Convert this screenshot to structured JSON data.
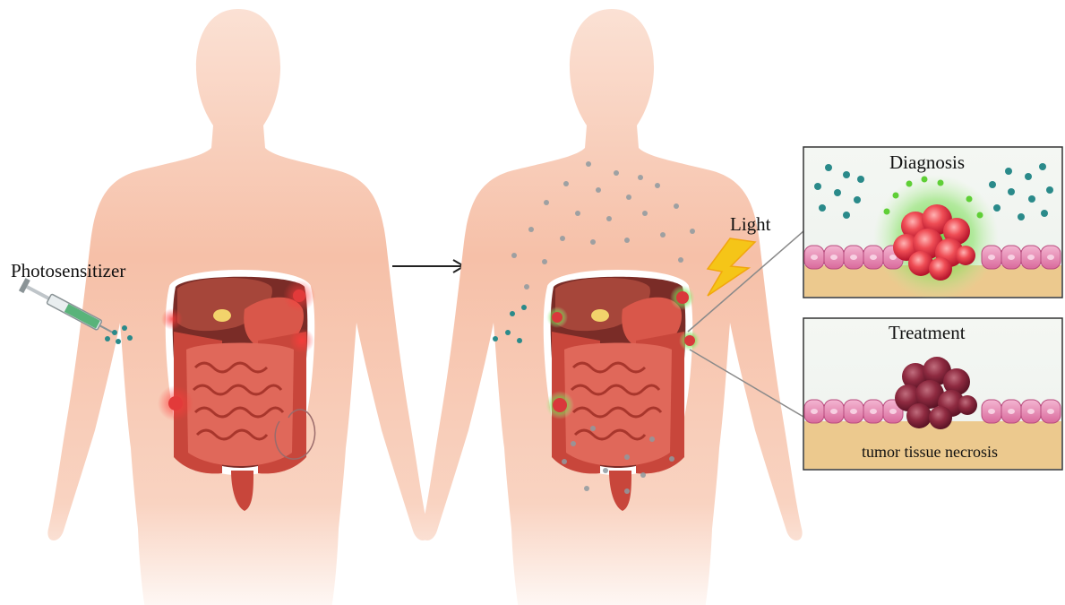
{
  "labels": {
    "photosensitizer": "Photosensitizer",
    "light": "Light",
    "diagnosis": "Diagnosis",
    "treatment": "Treatment",
    "necrosis": "tumor tissue necrosis"
  },
  "colors": {
    "skin": "#f7c9b0",
    "skin_edge": "#fbe3d6",
    "liver": "#a8443a",
    "intestine": "#d9574a",
    "tumor_active": "#e8384a",
    "tumor_dead": "#8c2436",
    "glow": "#6fd34a",
    "photosensitizer_dot": "#2a8a8a",
    "light_bolt": "#f5c518",
    "cell": "#e58ab2",
    "tissue": "#ecc98e"
  },
  "icons": [
    "syringe-icon",
    "lightning-icon",
    "arrow-right-icon"
  ]
}
